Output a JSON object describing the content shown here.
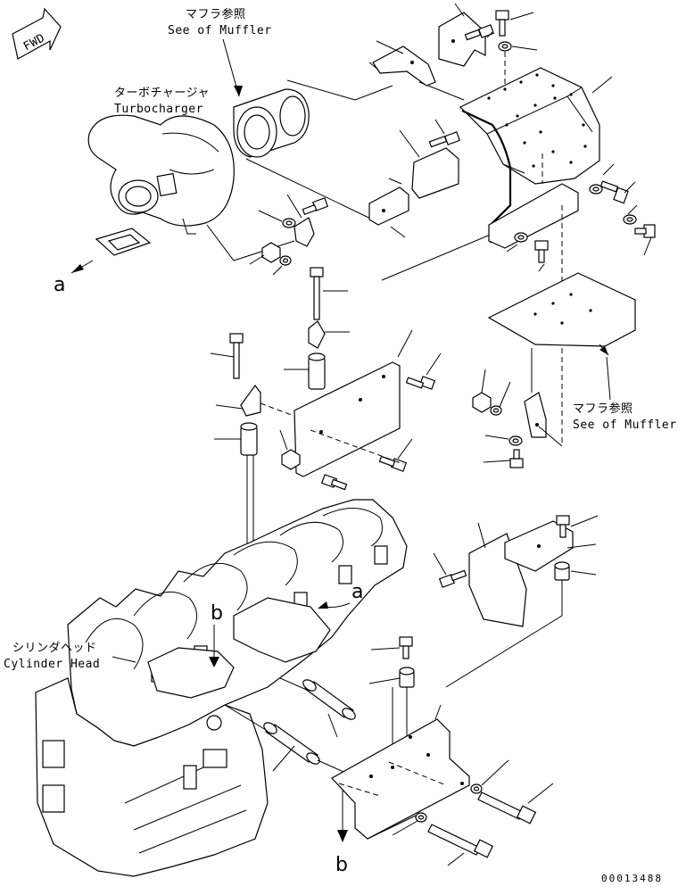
{
  "labels": {
    "fwd": "FWD",
    "muffler_top_jp": "マフラ参照",
    "muffler_top_en": "See of Muffler",
    "turbo_jp": "ターボチャージャ",
    "turbo_en": "Turbocharger",
    "muffler_right_jp": "マフラ参照",
    "muffler_right_en": "See of Muffler",
    "head_jp": "シリンダヘッド",
    "head_en": "Cylinder Head",
    "ref_a_left": "a",
    "ref_a_mid": "a",
    "ref_b_mid": "b",
    "ref_b_bottom": "b",
    "doc_number": "00013488"
  }
}
